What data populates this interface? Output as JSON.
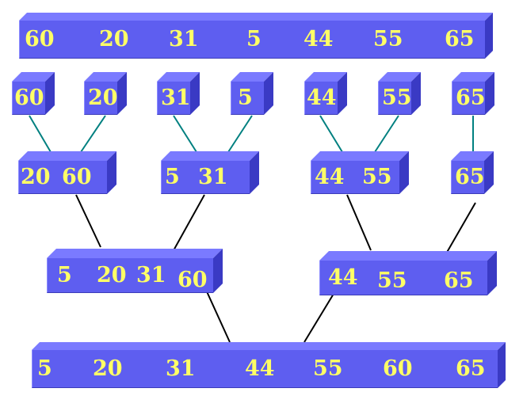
{
  "levels": [
    {
      "name": "input-array",
      "groups": [
        {
          "values": [
            "60",
            "20",
            "31",
            "5",
            "44",
            "55",
            "65"
          ]
        }
      ]
    },
    {
      "name": "singletons",
      "groups": [
        {
          "values": [
            "60"
          ]
        },
        {
          "values": [
            "20"
          ]
        },
        {
          "values": [
            "31"
          ]
        },
        {
          "values": [
            "5"
          ]
        },
        {
          "values": [
            "44"
          ]
        },
        {
          "values": [
            "55"
          ]
        },
        {
          "values": [
            "65"
          ]
        }
      ]
    },
    {
      "name": "pairs",
      "groups": [
        {
          "values": [
            "20",
            "60"
          ]
        },
        {
          "values": [
            "5",
            "31"
          ]
        },
        {
          "values": [
            "44",
            "55"
          ]
        },
        {
          "values": [
            "65"
          ]
        }
      ]
    },
    {
      "name": "halves",
      "groups": [
        {
          "values": [
            "5",
            "20",
            "31",
            "60"
          ]
        },
        {
          "values": [
            "44",
            "55",
            "65"
          ]
        }
      ]
    },
    {
      "name": "sorted-array",
      "groups": [
        {
          "values": [
            "5",
            "20",
            "31",
            "44",
            "55",
            "60",
            "65"
          ]
        }
      ]
    }
  ],
  "colors": {
    "box_front": "#5e5ef0",
    "box_top": "#7a7aff",
    "box_side": "#3a3ac4",
    "number_text": "#ffff66",
    "link_teal": "#008080",
    "link_black": "#000000"
  }
}
